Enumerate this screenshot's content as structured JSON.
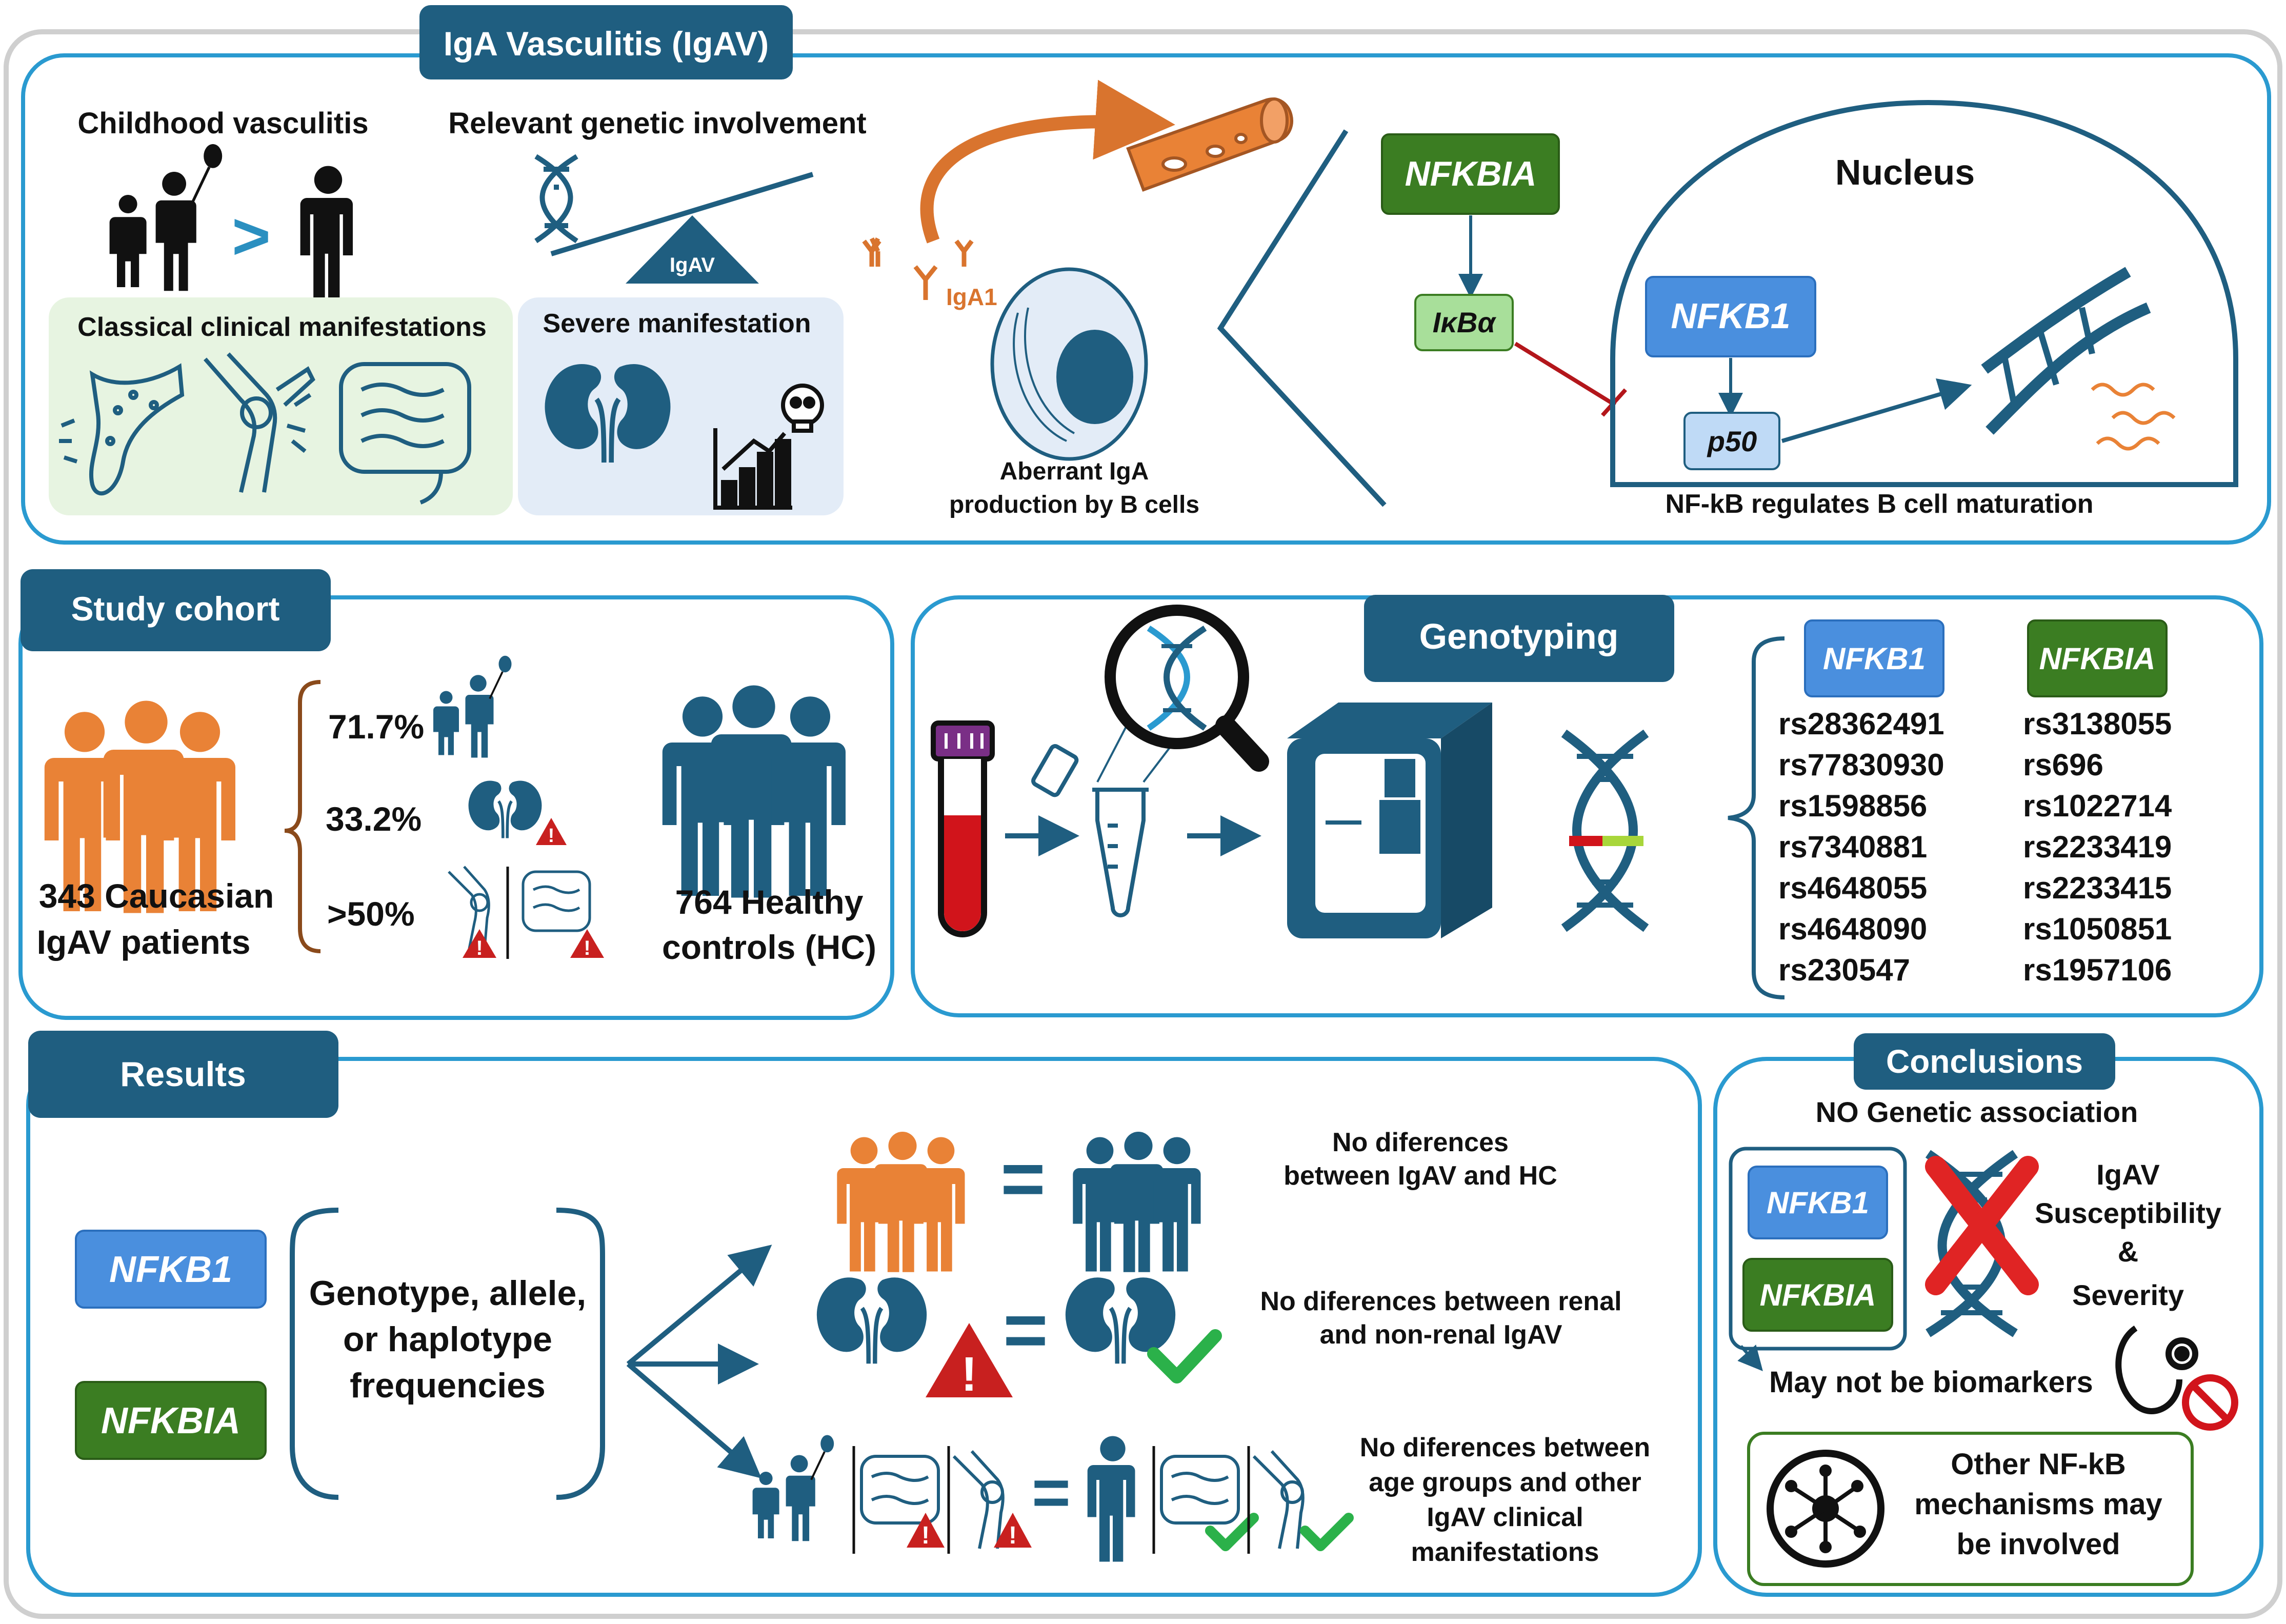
{
  "colors": {
    "navy": "#1f5e80",
    "border_blue": "#2a9ad0",
    "orange": "#e98236",
    "gene_blue": "#4a8fde",
    "gene_green": "#3b7d22",
    "alert_red": "#c8201f",
    "check_green": "#2bb14a",
    "green_panel": "#e7f4e1",
    "blue_panel": "#e3ecf7"
  },
  "igav": {
    "header": "IgA Vasculitis (IgAV)",
    "childhood_label": "Childhood vasculitis",
    "greater_than": ">",
    "genetic_label": "Relevant genetic involvement",
    "seesaw_label": "IgAV",
    "classical_label": "Classical clinical manifestations",
    "severe_label": "Severe manifestation",
    "iga1_label": "IgA1",
    "aberrant_line1": "Aberrant IgA",
    "aberrant_line2": "production by B cells",
    "nfkbia": "NFKBIA",
    "ikba": "IκBα",
    "nucleus": "Nucleus",
    "nfkb1": "NFKB1",
    "p50": "p50",
    "nfkb_caption": "NF-kB regulates B cell maturation"
  },
  "cohort": {
    "header": "Study cohort",
    "patients_line1": "343 Caucasian",
    "patients_line2": "IgAV patients",
    "pct_children": "71.7%",
    "pct_renal": "33.2%",
    "pct_other": ">50%",
    "controls_line1": "764 Healthy",
    "controls_line2": "controls (HC)"
  },
  "genotyping": {
    "header": "Genotyping",
    "nfkb1_label": "NFKB1",
    "nfkbia_label": "NFKBIA",
    "nfkb1_snps": [
      "rs28362491",
      "rs77830930",
      "rs1598856",
      "rs7340881",
      "rs4648055",
      "rs4648090",
      "rs230547"
    ],
    "nfkbia_snps": [
      "rs3138055",
      "rs696",
      "rs1022714",
      "rs2233419",
      "rs2233415",
      "rs1050851",
      "rs1957106"
    ]
  },
  "results": {
    "header": "Results",
    "nfkb1": "NFKB1",
    "nfkbia": "NFKBIA",
    "freq_line1": "Genotype, allele,",
    "freq_line2": "or haplotype",
    "freq_line3": "frequencies",
    "equals": "=",
    "r1_line1": "No diferences",
    "r1_line2": "between IgAV and HC",
    "r2_line1": "No diferences between renal",
    "r2_line2": "and non-renal IgAV",
    "r3_line1": "No diferences between",
    "r3_line2": "age groups and other",
    "r3_line3": "IgAV clinical",
    "r3_line4": "manifestations"
  },
  "conclusions": {
    "header": "Conclusions",
    "no_assoc": "NO Genetic association",
    "nfkb1": "NFKB1",
    "nfkbia": "NFKBIA",
    "igav_line1": "IgAV",
    "igav_line2": "Susceptibility",
    "igav_line3": "&",
    "igav_line4": "Severity",
    "biomarkers": "May not be biomarkers",
    "other_line1": "Other NF-kB",
    "other_line2": "mechanisms may",
    "other_line3": "be involved"
  }
}
